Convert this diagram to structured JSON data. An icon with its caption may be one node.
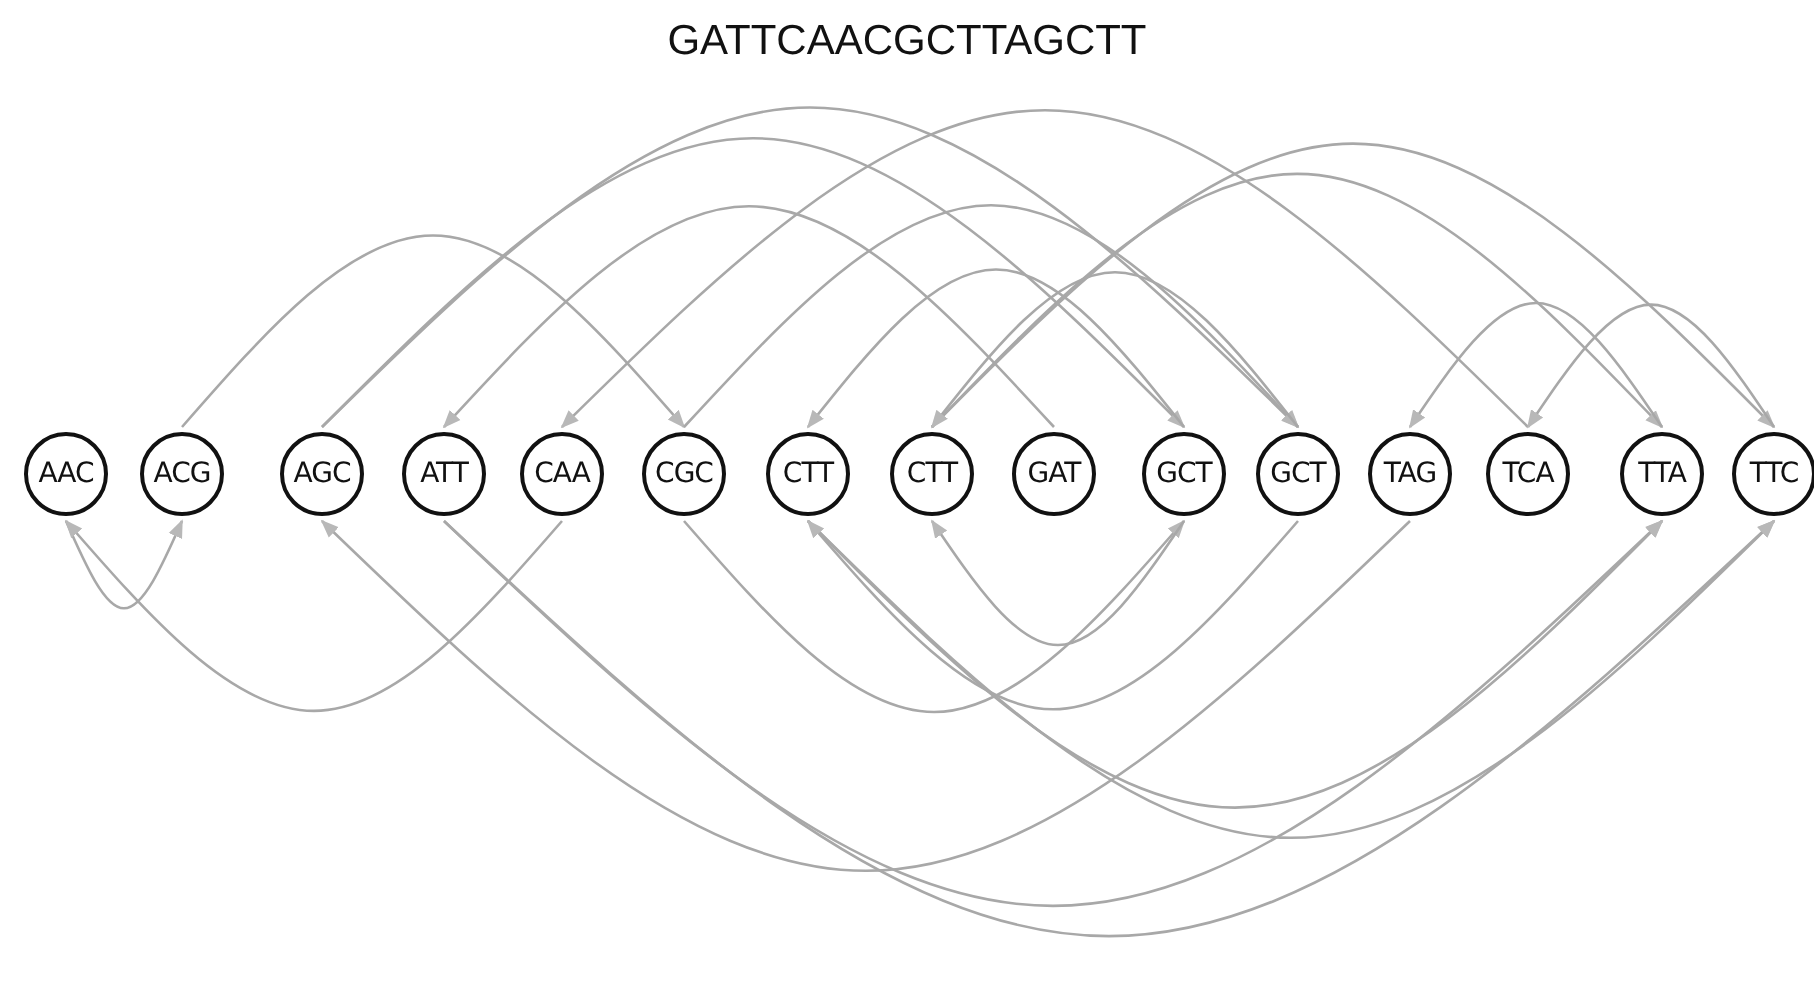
{
  "diagram": {
    "title": "GATTCAACGCTTAGCTT",
    "nodes": [
      {
        "text": [
          "AAC"
        ]
      },
      {
        "text": [
          "ACG"
        ]
      },
      {
        "text": [
          "AGC"
        ]
      },
      {
        "text": [
          "ATT"
        ]
      },
      {
        "text": [
          "CAA"
        ]
      },
      {
        "text": [
          "CGC"
        ]
      },
      {
        "text": [
          "CTT"
        ]
      },
      {
        "text": [
          "CTT"
        ]
      },
      {
        "text": [
          "GAT"
        ]
      },
      {
        "text": [
          "GCT"
        ]
      },
      {
        "text": [
          "GCT"
        ]
      },
      {
        "text": [
          "TAG"
        ]
      },
      {
        "text": [
          "TCA"
        ]
      },
      {
        "text": [
          "TTA"
        ]
      },
      {
        "text": [
          "TTC"
        ]
      }
    ],
    "edges": [
      {
        "from": 0,
        "to": 1,
        "arrow": "to"
      },
      {
        "from": 1,
        "to": 5,
        "arrow": "to"
      },
      {
        "from": 2,
        "to": 9,
        "arrow": "to"
      },
      {
        "from": 2,
        "to": 10,
        "arrow": "to"
      },
      {
        "from": 3,
        "to": 13,
        "arrow": "to"
      },
      {
        "from": 3,
        "to": 14,
        "arrow": "to"
      },
      {
        "from": 4,
        "to": 0,
        "arrow": "to"
      },
      {
        "from": 5,
        "to": 9,
        "arrow": "to"
      },
      {
        "from": 5,
        "to": 10,
        "arrow": "to"
      },
      {
        "from": 6,
        "to": 13,
        "arrow": "to"
      },
      {
        "from": 6,
        "to": 14,
        "arrow": "to"
      },
      {
        "from": 7,
        "to": 13,
        "arrow": "to"
      },
      {
        "from": 7,
        "to": 14,
        "arrow": "to"
      },
      {
        "from": 8,
        "to": 3,
        "arrow": "to"
      },
      {
        "from": 9,
        "to": 6,
        "arrow": "to"
      },
      {
        "from": 9,
        "to": 7,
        "arrow": "to"
      },
      {
        "from": 10,
        "to": 6,
        "arrow": "to"
      },
      {
        "from": 10,
        "to": 7,
        "arrow": "to"
      },
      {
        "from": 11,
        "to": 2,
        "arrow": "to"
      },
      {
        "from": 12,
        "to": 4,
        "arrow": "to"
      },
      {
        "from": 13,
        "to": 11,
        "arrow": "to"
      },
      {
        "from": 14,
        "to": 12,
        "arrow": "to"
      }
    ]
  }
}
